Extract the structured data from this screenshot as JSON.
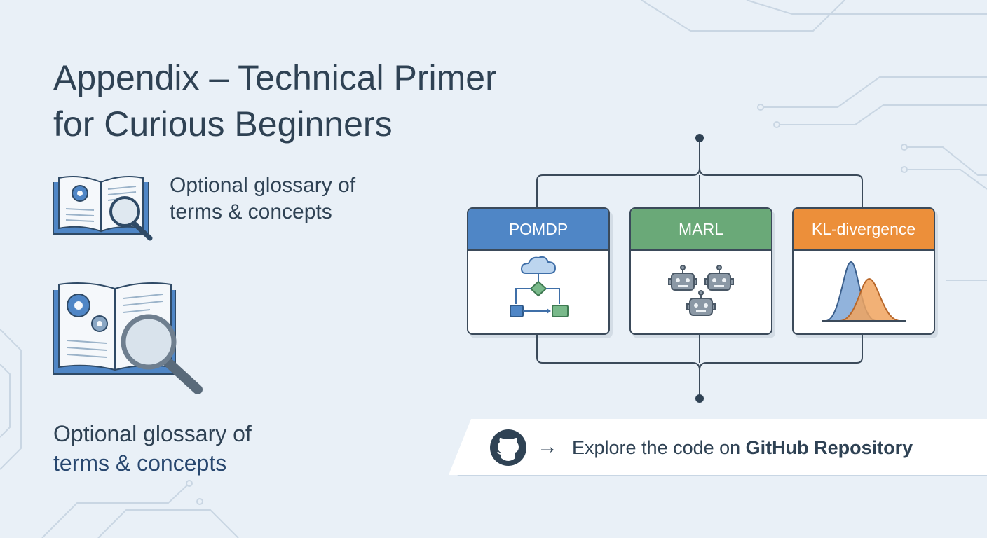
{
  "title": {
    "line1": "Appendix – Technical Primer",
    "line2": "for Curious Beginners"
  },
  "glossary_top": {
    "line1": "Optional glossary of",
    "line2": "terms & concepts"
  },
  "glossary_bottom": {
    "line1": "Optional glossary of",
    "line2": "terms & concepts"
  },
  "cards": [
    {
      "label": "POMDP",
      "color": "#4f86c6"
    },
    {
      "label": "MARL",
      "color": "#6aa978"
    },
    {
      "label": "KL-divergence",
      "color": "#ec8f3a"
    }
  ],
  "github": {
    "arrow": "→",
    "prefix": "Explore the code on ",
    "link": "GitHub Repository",
    "icon": "github-icon"
  },
  "colors": {
    "background": "#e9f0f7",
    "text": "#2f4254",
    "pomdp": "#4f86c6",
    "marl": "#6aa978",
    "kl": "#ec8f3a"
  }
}
